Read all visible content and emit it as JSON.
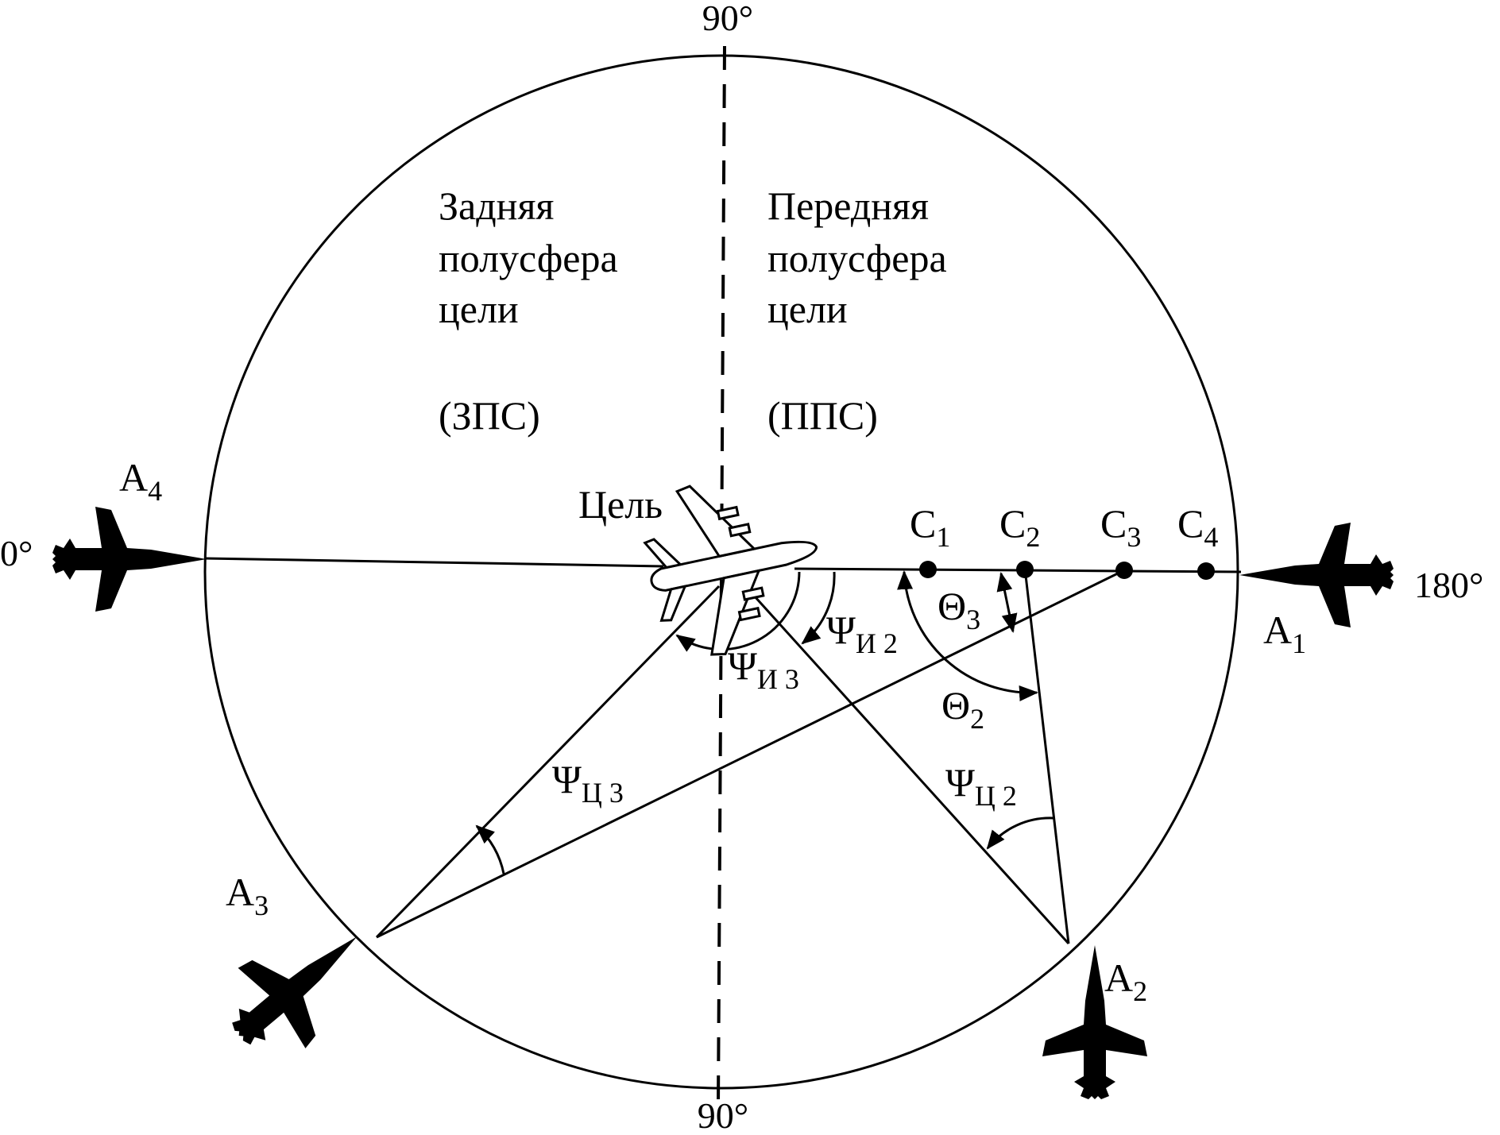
{
  "axis_labels": {
    "top": "90°",
    "bottom": "90°",
    "left": "0°",
    "right": "180°"
  },
  "hemispheres": {
    "rear": {
      "lines": [
        "Задняя",
        "полусфера",
        "цели"
      ],
      "abbr": "(ЗПС)"
    },
    "front": {
      "lines": [
        "Передняя",
        "полусфера",
        "цели"
      ],
      "abbr": "(ППС)"
    }
  },
  "target_label": "Цель",
  "attackers": [
    {
      "base": "A",
      "sub": "1"
    },
    {
      "base": "A",
      "sub": "2"
    },
    {
      "base": "A",
      "sub": "3"
    },
    {
      "base": "A",
      "sub": "4"
    }
  ],
  "points": [
    {
      "base": "C",
      "sub": "1"
    },
    {
      "base": "C",
      "sub": "2"
    },
    {
      "base": "C",
      "sub": "3"
    },
    {
      "base": "C",
      "sub": "4"
    }
  ],
  "angles": {
    "theta3": {
      "base": "Θ",
      "sub": "3"
    },
    "theta2": {
      "base": "Θ",
      "sub": "2"
    },
    "psi_i2": {
      "base": "Ψ",
      "sub": "И 2"
    },
    "psi_i3": {
      "base": "Ψ",
      "sub": "И 3"
    },
    "psi_c2": {
      "base": "Ψ",
      "sub": "Ц 2"
    },
    "psi_c3": {
      "base": "Ψ",
      "sub": "Ц 3"
    }
  },
  "colors": {
    "ink": "#000000",
    "background": "#ffffff"
  },
  "icons": [
    "fighter-jet-icon",
    "airliner-icon"
  ]
}
